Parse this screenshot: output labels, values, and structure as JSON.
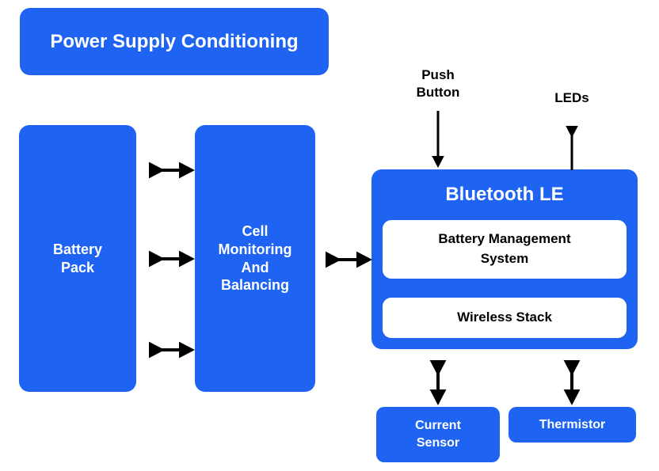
{
  "diagram": {
    "title": "Battery Management System with Bluetooth LE block diagram",
    "colors": {
      "background": "#ffffff",
      "block_blue": "#1e63f2",
      "block_text": "#ffffff",
      "inner_block_bg": "#ffffff",
      "inner_block_text": "#000000",
      "arrow": "#000000",
      "external_label_text": "#000000"
    },
    "blocks": {
      "power_supply": {
        "label": "Power Supply Conditioning"
      },
      "battery_pack": {
        "label": "Battery\nPack"
      },
      "cell_monitoring": {
        "label": "Cell\nMonitoring\nAnd\nBalancing"
      },
      "bluetooth_le": {
        "title": "Bluetooth LE",
        "children": {
          "battery_management_system": {
            "label": "Battery Management\nSystem"
          },
          "wireless_stack": {
            "label": "Wireless Stack"
          }
        }
      },
      "current_sensor": {
        "label": "Current\nSensor"
      },
      "thermistor": {
        "label": "Thermistor"
      }
    },
    "external_labels": {
      "push_button": "Push\nButton",
      "leds": "LEDs"
    },
    "connections": [
      {
        "from": "battery_pack",
        "to": "cell_monitoring",
        "type": "bidirectional",
        "position": "top"
      },
      {
        "from": "battery_pack",
        "to": "cell_monitoring",
        "type": "bidirectional",
        "position": "middle"
      },
      {
        "from": "battery_pack",
        "to": "cell_monitoring",
        "type": "bidirectional",
        "position": "bottom"
      },
      {
        "from": "cell_monitoring",
        "to": "bluetooth_le",
        "type": "bidirectional"
      },
      {
        "from": "push_button",
        "to": "bluetooth_le",
        "type": "unidirectional"
      },
      {
        "from": "bluetooth_le",
        "to": "leds",
        "type": "unidirectional"
      },
      {
        "from": "bluetooth_le",
        "to": "current_sensor",
        "type": "bidirectional"
      },
      {
        "from": "bluetooth_le",
        "to": "thermistor",
        "type": "bidirectional"
      }
    ]
  }
}
